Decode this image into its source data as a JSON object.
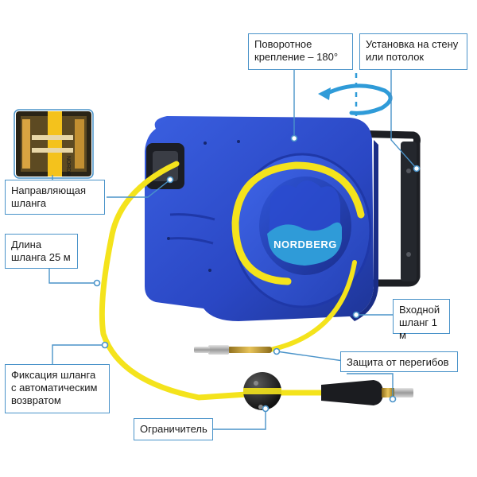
{
  "brand": {
    "logo_text": "NORDBERG",
    "colors": {
      "housing_blue": "#2c49c9",
      "hose_yellow": "#f4e31c",
      "logo_light_blue": "#2f9bd8",
      "callout_border": "#4a93c9",
      "bracket_black": "#1d1f24"
    }
  },
  "callouts": {
    "swivel": "Поворотное\nкрепление – 180°",
    "mount": "Установка на стену\nили потолок",
    "guide": "Направляющая\nшланга",
    "length": "Длина\nшланга 25 м",
    "inlet": "Входной\nшланг 1 м",
    "kink": "Защита от перегибов",
    "lock": "Фиксация шланга\nс автоматическим\nвозвратом",
    "stopper": "Ограничитель"
  },
  "inset": {
    "label": "NORDBERG",
    "icon": "hose-guide-closeup-image"
  },
  "icons": {
    "rotation": "rotation-arrow-icon"
  }
}
